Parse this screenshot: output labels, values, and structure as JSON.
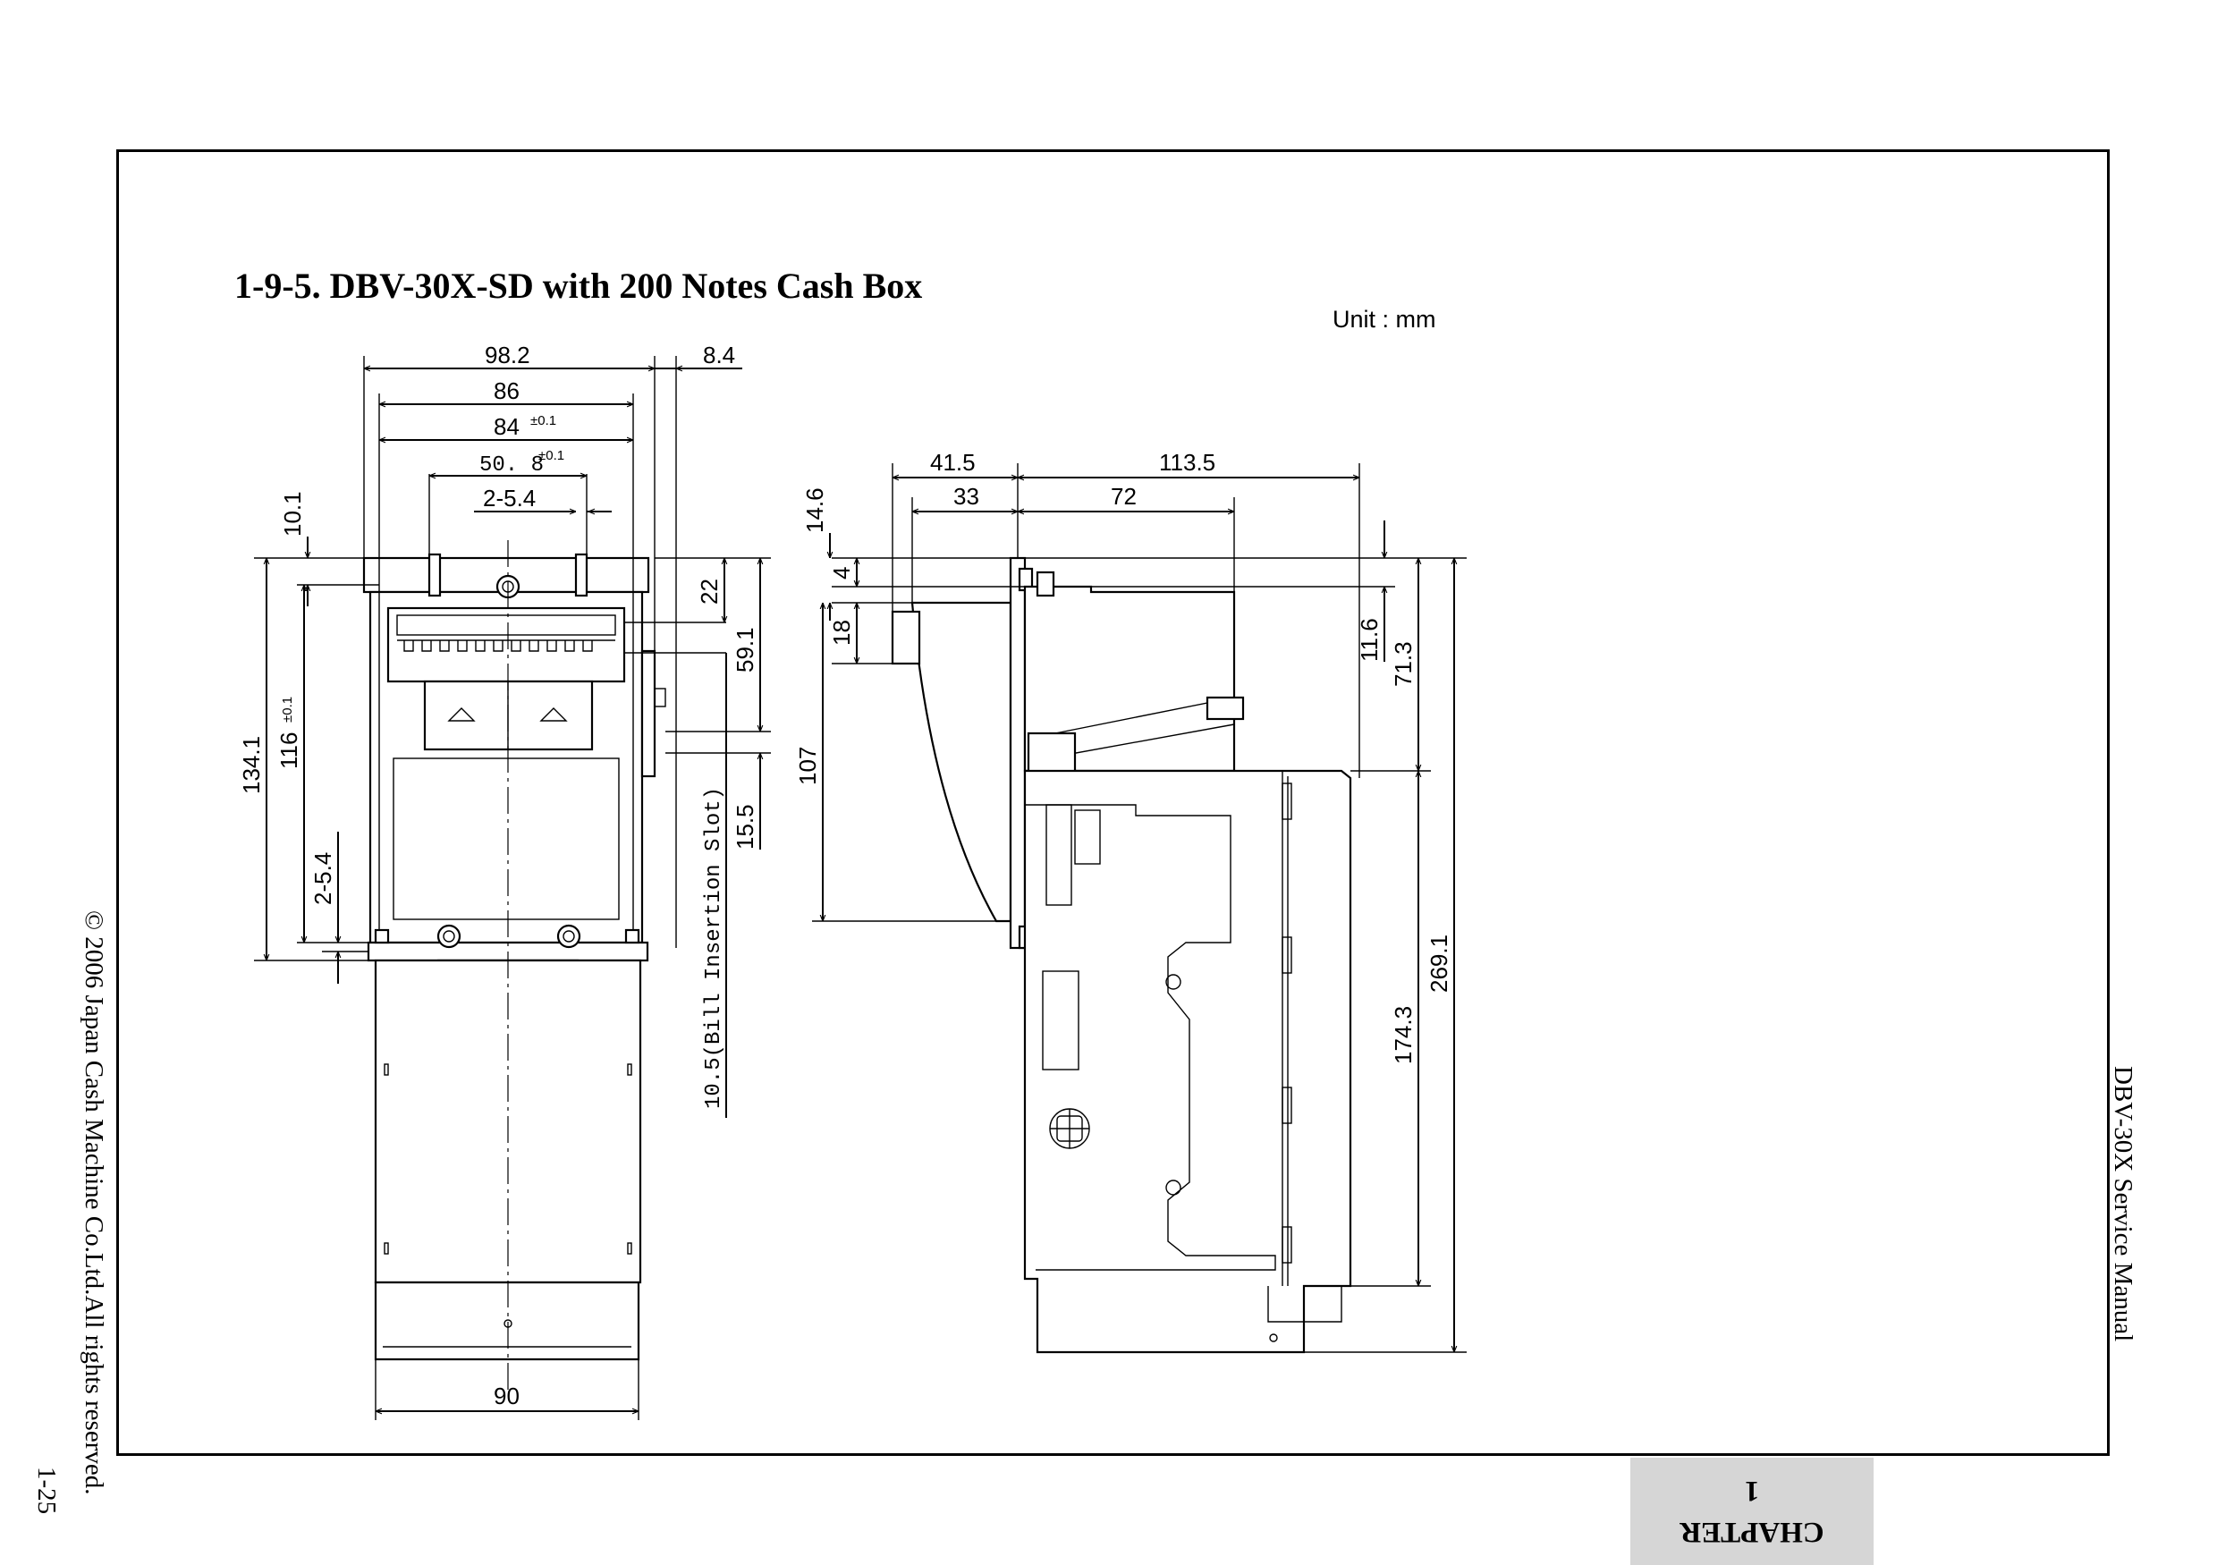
{
  "section_title": "1-9-5. DBV-30X-SD with 200 Notes Cash Box",
  "unit_label": "Unit : mm",
  "copyright": "© 2006 Japan Cash Machine Co.Ltd.All rights reserved.",
  "page_number": "1-25",
  "manual_name": "DBV-30X Service Manual",
  "chapter_tab": {
    "word": "CHAPTER",
    "number": "1"
  },
  "front_view": {
    "dim_98_2": "98.2",
    "dim_8_4": "8.4",
    "dim_86": "86",
    "dim_84": "84",
    "dim_84_tol": "±0.1",
    "dim_50_8": "50. 8",
    "dim_50_8_tol": "±0.1",
    "dim_2_5_4_top": "2-5.4",
    "dim_10_1": "10.1",
    "dim_134_1": "134.1",
    "dim_116": "116",
    "dim_116_tol": "±0.1",
    "dim_2_5_4_side": "2-5.4",
    "dim_22": "22",
    "dim_59_1": "59.1",
    "dim_15_5": "15.5",
    "dim_slot": "10.5(Bill Insertion Slot)",
    "dim_90": "90"
  },
  "side_view": {
    "dim_41_5": "41.5",
    "dim_113_5": "113.5",
    "dim_33": "33",
    "dim_72": "72",
    "dim_14_6": "14.6",
    "dim_4": "4",
    "dim_18": "18",
    "dim_107": "107",
    "dim_11_6": "11.6",
    "dim_71_3": "71.3",
    "dim_174_3": "174.3",
    "dim_269_1": "269.1"
  }
}
